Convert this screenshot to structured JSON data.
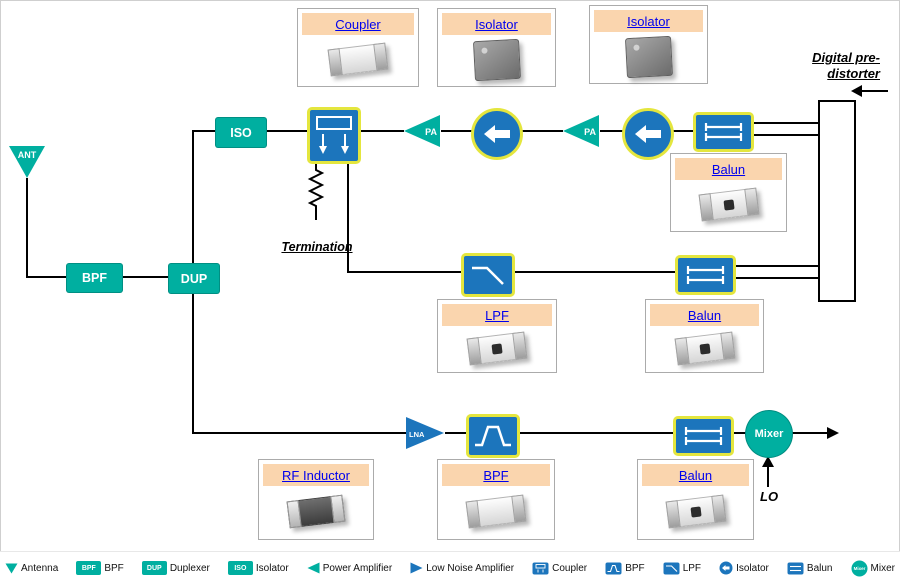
{
  "cards": {
    "coupler": {
      "label": "Coupler"
    },
    "isolator_1": {
      "label": "Isolator"
    },
    "isolator_2": {
      "label": "Isolator"
    },
    "balun_top": {
      "label": "Balun"
    },
    "lpf": {
      "label": "LPF"
    },
    "balun_mid": {
      "label": "Balun"
    },
    "rf_inductor": {
      "label": "RF Inductor"
    },
    "bpf": {
      "label": "BPF"
    },
    "balun_bot": {
      "label": "Balun"
    }
  },
  "blocks": {
    "ant": "ANT",
    "bpf": "BPF",
    "dup": "DUP",
    "iso": "ISO",
    "pa1": "PA",
    "pa2": "PA",
    "lna": "LNA",
    "mixer": "Mixer"
  },
  "annotations": {
    "digital_predistorter": "Digital pre-distorter",
    "termination": "Termination",
    "lo": "LO"
  },
  "legend": [
    {
      "label": "Antenna"
    },
    {
      "label": "BPF",
      "box": "BPF"
    },
    {
      "label": "Duplexer",
      "box": "DUP"
    },
    {
      "label": "Isolator",
      "box": "ISO"
    },
    {
      "label": "Power Amplifier"
    },
    {
      "label": "Low Noise Amplifier"
    },
    {
      "label": "Coupler"
    },
    {
      "label": "BPF"
    },
    {
      "label": "LPF"
    },
    {
      "label": "Isolator"
    },
    {
      "label": "Balun"
    },
    {
      "label": "Mixer",
      "box": "Mixer"
    }
  ],
  "colors": {
    "teal": "#00AFA0",
    "blue": "#1C75BC",
    "yellow": "#E4E63E",
    "card_header": "#FAD5AE",
    "link": "#0000EE"
  }
}
